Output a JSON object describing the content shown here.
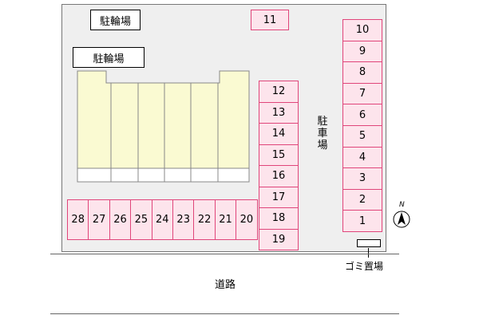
{
  "bike_parking_labels": [
    "駐輪場",
    "駐輪場"
  ],
  "parking_label": "駐車場",
  "road_label": "道路",
  "garbage_label": "ゴミ置場",
  "north_label": "N",
  "slots_right": [
    "10",
    "9",
    "8",
    "7",
    "6",
    "5",
    "4",
    "3",
    "2",
    "1"
  ],
  "slots_middle": [
    "12",
    "13",
    "14",
    "15",
    "16",
    "17",
    "18",
    "19"
  ],
  "slot_top": "11",
  "slots_bottom": [
    "28",
    "27",
    "26",
    "25",
    "24",
    "23",
    "22",
    "21",
    "20"
  ],
  "colors": {
    "slot_fill": "#fde4ec",
    "slot_border": "#e0457a",
    "building_fill": "#fafad2",
    "ground": "#efefef"
  }
}
